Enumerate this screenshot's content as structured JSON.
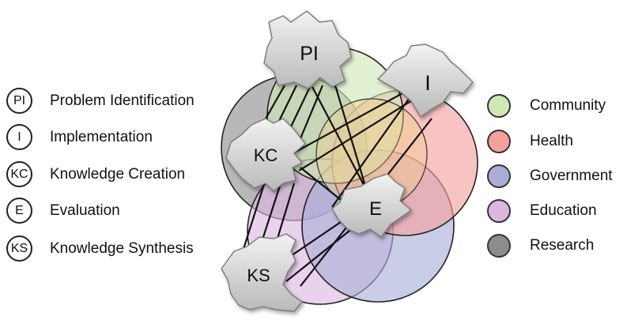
{
  "stages": [
    {
      "abbr": "PI",
      "label": "Problem Identification"
    },
    {
      "abbr": "I",
      "label": "Implementation"
    },
    {
      "abbr": "KC",
      "label": "Knowledge Creation"
    },
    {
      "abbr": "E",
      "label": "Evaluation"
    },
    {
      "abbr": "KS",
      "label": "Knowledge Synthesis"
    }
  ],
  "sectors": [
    {
      "label": "Community",
      "color": "#cfe8b4"
    },
    {
      "label": "Health",
      "color": "#f4a09c"
    },
    {
      "label": "Government",
      "color": "#a9aed8"
    },
    {
      "label": "Education",
      "color": "#dcb7de"
    },
    {
      "label": "Research",
      "color": "#8c8c8c"
    }
  ]
}
